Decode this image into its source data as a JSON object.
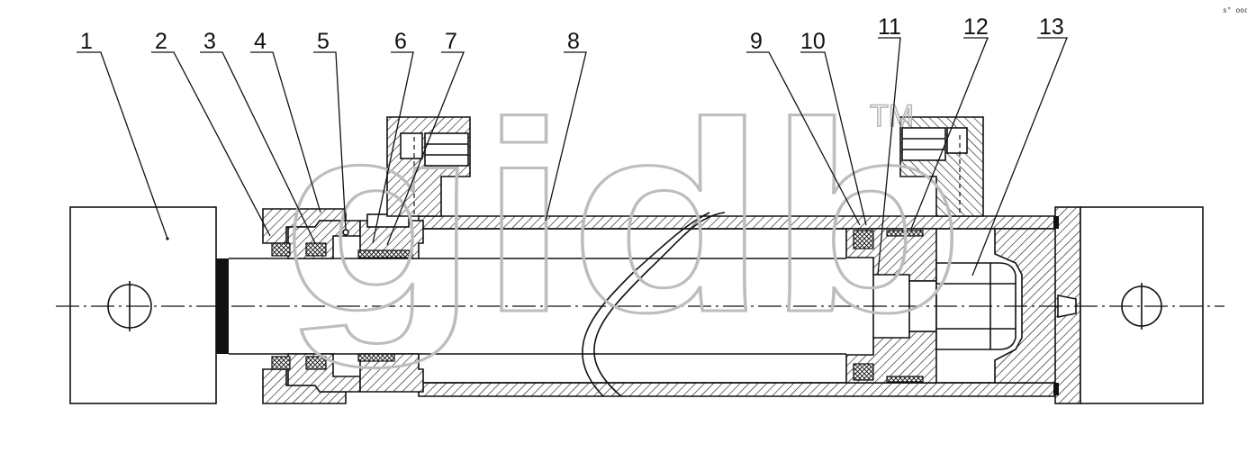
{
  "corner_mark": "s° ooo",
  "watermark": {
    "text": "gidb",
    "trademark": "TM"
  },
  "callouts": [
    "1",
    "2",
    "3",
    "4",
    "5",
    "6",
    "7",
    "8",
    "9",
    "10",
    "11",
    "12",
    "13"
  ]
}
